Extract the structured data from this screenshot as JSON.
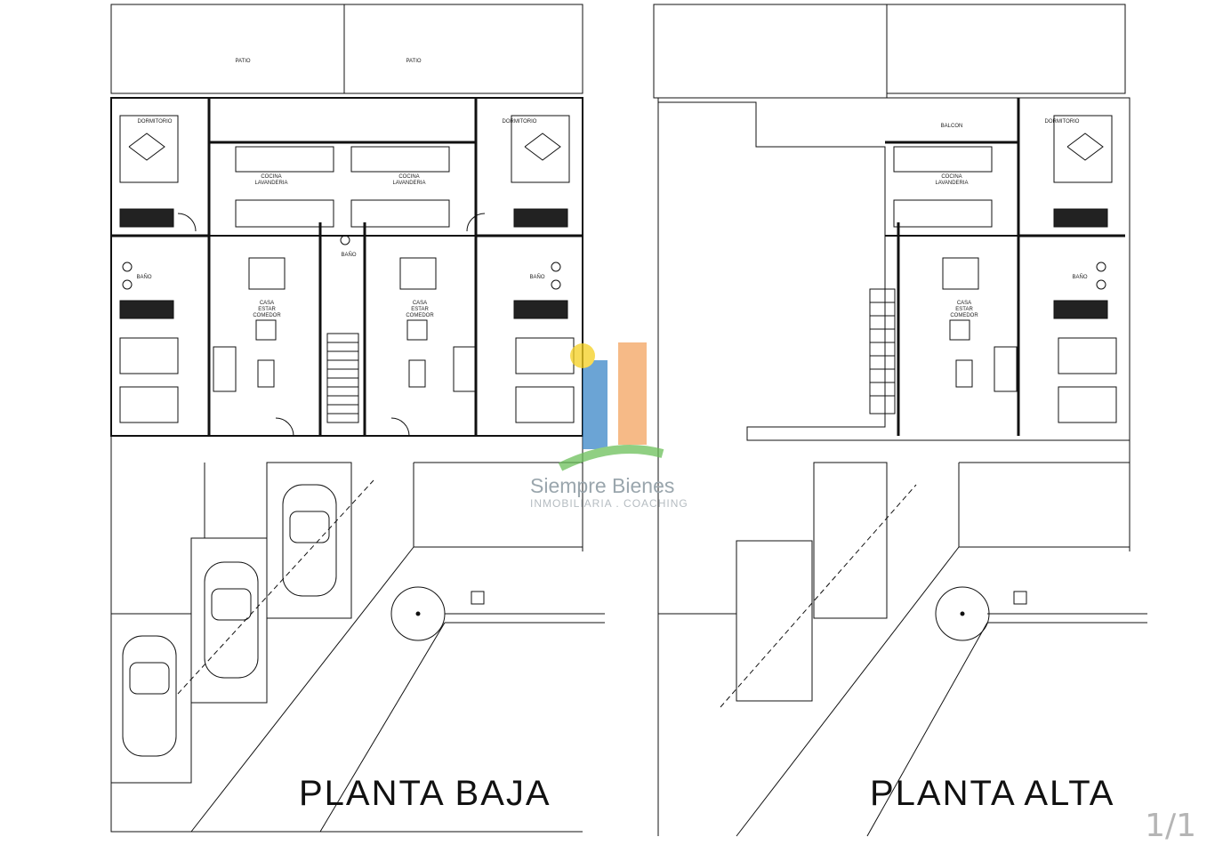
{
  "planta_baja": {
    "title": "PLANTA BAJA",
    "labels": {
      "patio_left": "PATIO",
      "patio_right": "PATIO",
      "dormitorio_left": "DORMITORIO",
      "dormitorio_right": "DORMITORIO",
      "cocina_left_1": "COCINA",
      "cocina_left_2": "LAVANDERIA",
      "cocina_right_1": "COCINA",
      "cocina_right_2": "LAVANDERIA",
      "bano_left": "BAÑO",
      "bano_center": "BAÑO",
      "bano_right": "BAÑO",
      "estar_left_1": "CASA",
      "estar_left_2": "ESTAR",
      "estar_left_3": "COMEDOR",
      "estar_right_1": "CASA",
      "estar_right_2": "ESTAR",
      "estar_right_3": "COMEDOR"
    }
  },
  "planta_alta": {
    "title": "PLANTA ALTA",
    "labels": {
      "balcon": "BALCON",
      "dormitorio": "DORMITORIO",
      "cocina_1": "COCINA",
      "cocina_2": "LAVANDERIA",
      "bano": "BAÑO",
      "estar_1": "CASA",
      "estar_2": "ESTAR",
      "estar_3": "COMEDOR"
    }
  },
  "watermark": {
    "brand": "Siempre Bienes",
    "tagline": "INMOBILIARIA . COACHING",
    "colors": {
      "blue": "#3a86c8",
      "orange": "#f4a460",
      "yellow": "#f5d020",
      "green": "#6bbf59",
      "text": "#9aa6ad"
    }
  },
  "page_indicator": "1/1"
}
